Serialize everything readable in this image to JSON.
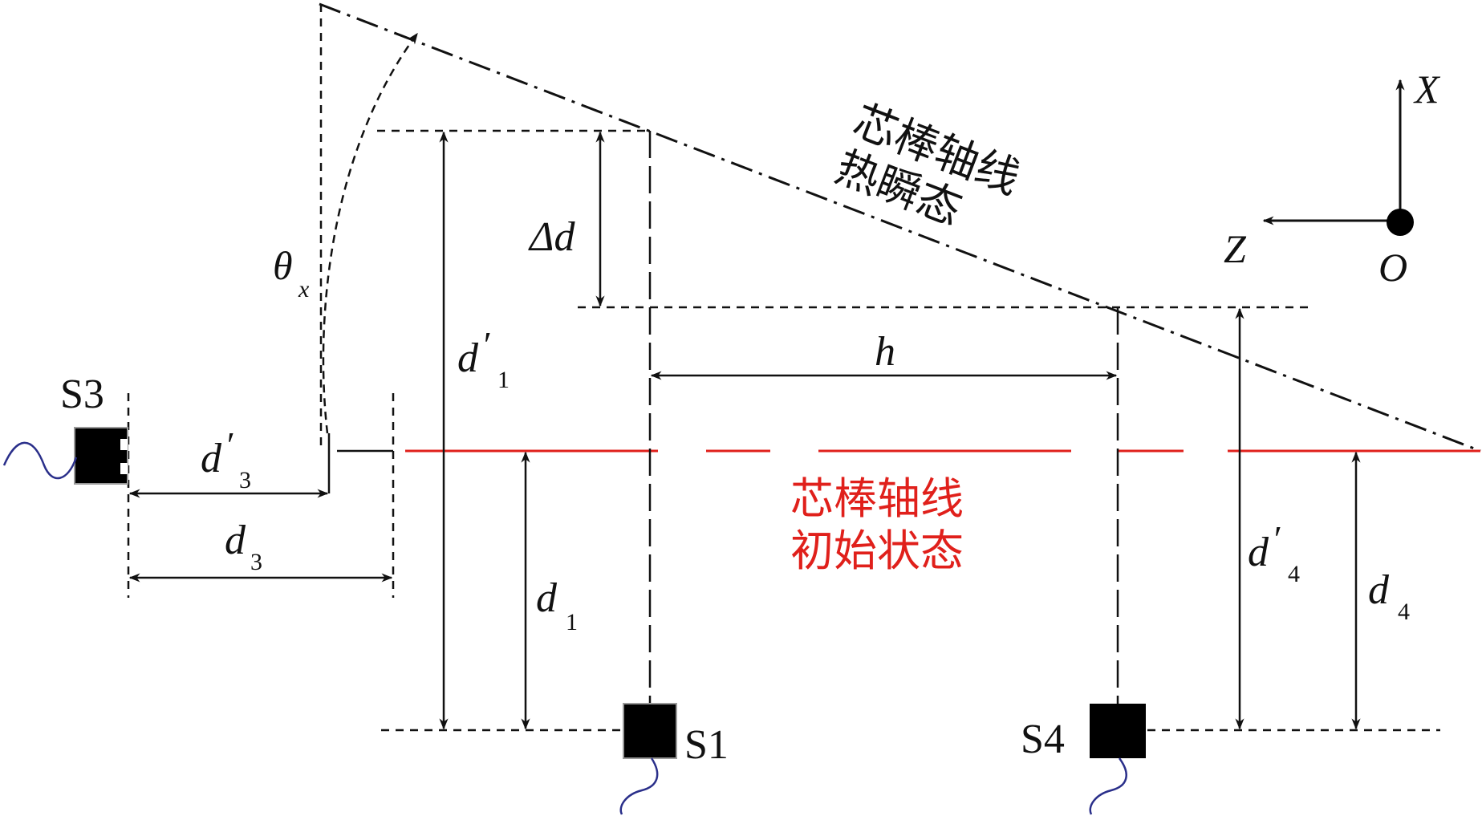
{
  "labels": {
    "s1": "S1",
    "s3": "S3",
    "s4": "S4",
    "axis_x": "X",
    "axis_z": "Z",
    "origin": "O",
    "theta": "θ",
    "theta_sub": "x",
    "delta_d": "Δd",
    "h": "h",
    "d": "d",
    "prime": "′",
    "sub_1": "1",
    "sub_3": "3",
    "sub_4": "4",
    "hot_line1": "芯棒轴线",
    "hot_line2": "热瞬态",
    "init_line1": "芯棒轴线",
    "init_line2": "初始状态"
  },
  "colors": {
    "ink": "#111111",
    "initial_axis": "#e0201b",
    "cable": "#2a2f8a",
    "sensor": "#000000"
  }
}
